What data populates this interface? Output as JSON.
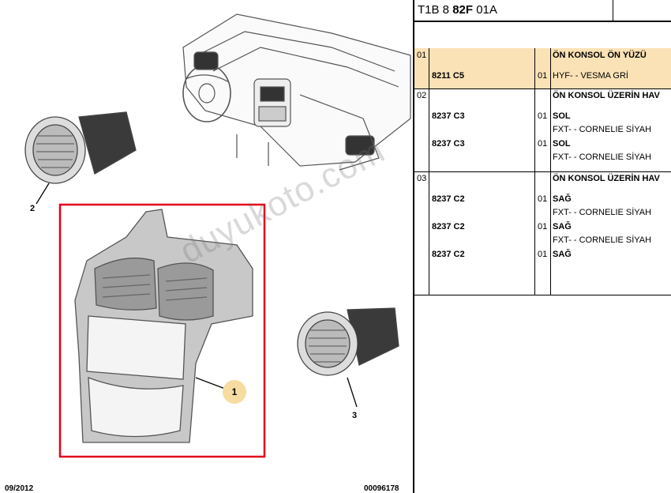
{
  "header": {
    "ref_prefix": "T1B 8 ",
    "ref_bold": "82F",
    "ref_suffix": " 01A"
  },
  "callouts": {
    "c1": "1",
    "c2": "2",
    "c3": "3"
  },
  "footer": {
    "date": "09/2012",
    "code": "00096178"
  },
  "watermark": "duyukoto.com",
  "colors": {
    "highlight": "#fbe2b6",
    "frame": "#e3001b",
    "callout": "#f6dca0"
  },
  "rows": [
    {
      "idx": "01",
      "items": [
        {
          "part": "",
          "qty": "",
          "desc": "ÖN KONSOL ÖN YÜZÜ",
          "bold": true
        },
        {
          "part": "8211 C5",
          "qty": "01",
          "desc": "HYF- - VESMA GRİ",
          "bold": false
        }
      ]
    },
    {
      "idx": "02",
      "items": [
        {
          "part": "",
          "qty": "",
          "desc": "ÖN KONSOL ÜZERİN HAV",
          "bold": true
        },
        {
          "part": "8237 C3",
          "qty": "01",
          "desc": "SOL",
          "bold": true
        },
        {
          "part": "",
          "qty": "",
          "desc": "FXT- - CORNELIE SİYAH",
          "bold": false
        },
        {
          "part": "8237 C3",
          "qty": "01",
          "desc": "SOL",
          "bold": true
        },
        {
          "part": "",
          "qty": "",
          "desc": "FXT- - CORNELIE SİYAH",
          "bold": false
        }
      ]
    },
    {
      "idx": "03",
      "items": [
        {
          "part": "",
          "qty": "",
          "desc": "ÖN KONSOL ÜZERİN HAV",
          "bold": true
        },
        {
          "part": "8237 C2",
          "qty": "01",
          "desc": "SAĞ",
          "bold": true
        },
        {
          "part": "",
          "qty": "",
          "desc": "FXT- - CORNELIE SİYAH",
          "bold": false
        },
        {
          "part": "8237 C2",
          "qty": "01",
          "desc": "SAĞ",
          "bold": true
        },
        {
          "part": "",
          "qty": "",
          "desc": "FXT- - CORNELIE SİYAH",
          "bold": false
        },
        {
          "part": "8237 C2",
          "qty": "01",
          "desc": "SAĞ",
          "bold": true
        }
      ]
    }
  ]
}
